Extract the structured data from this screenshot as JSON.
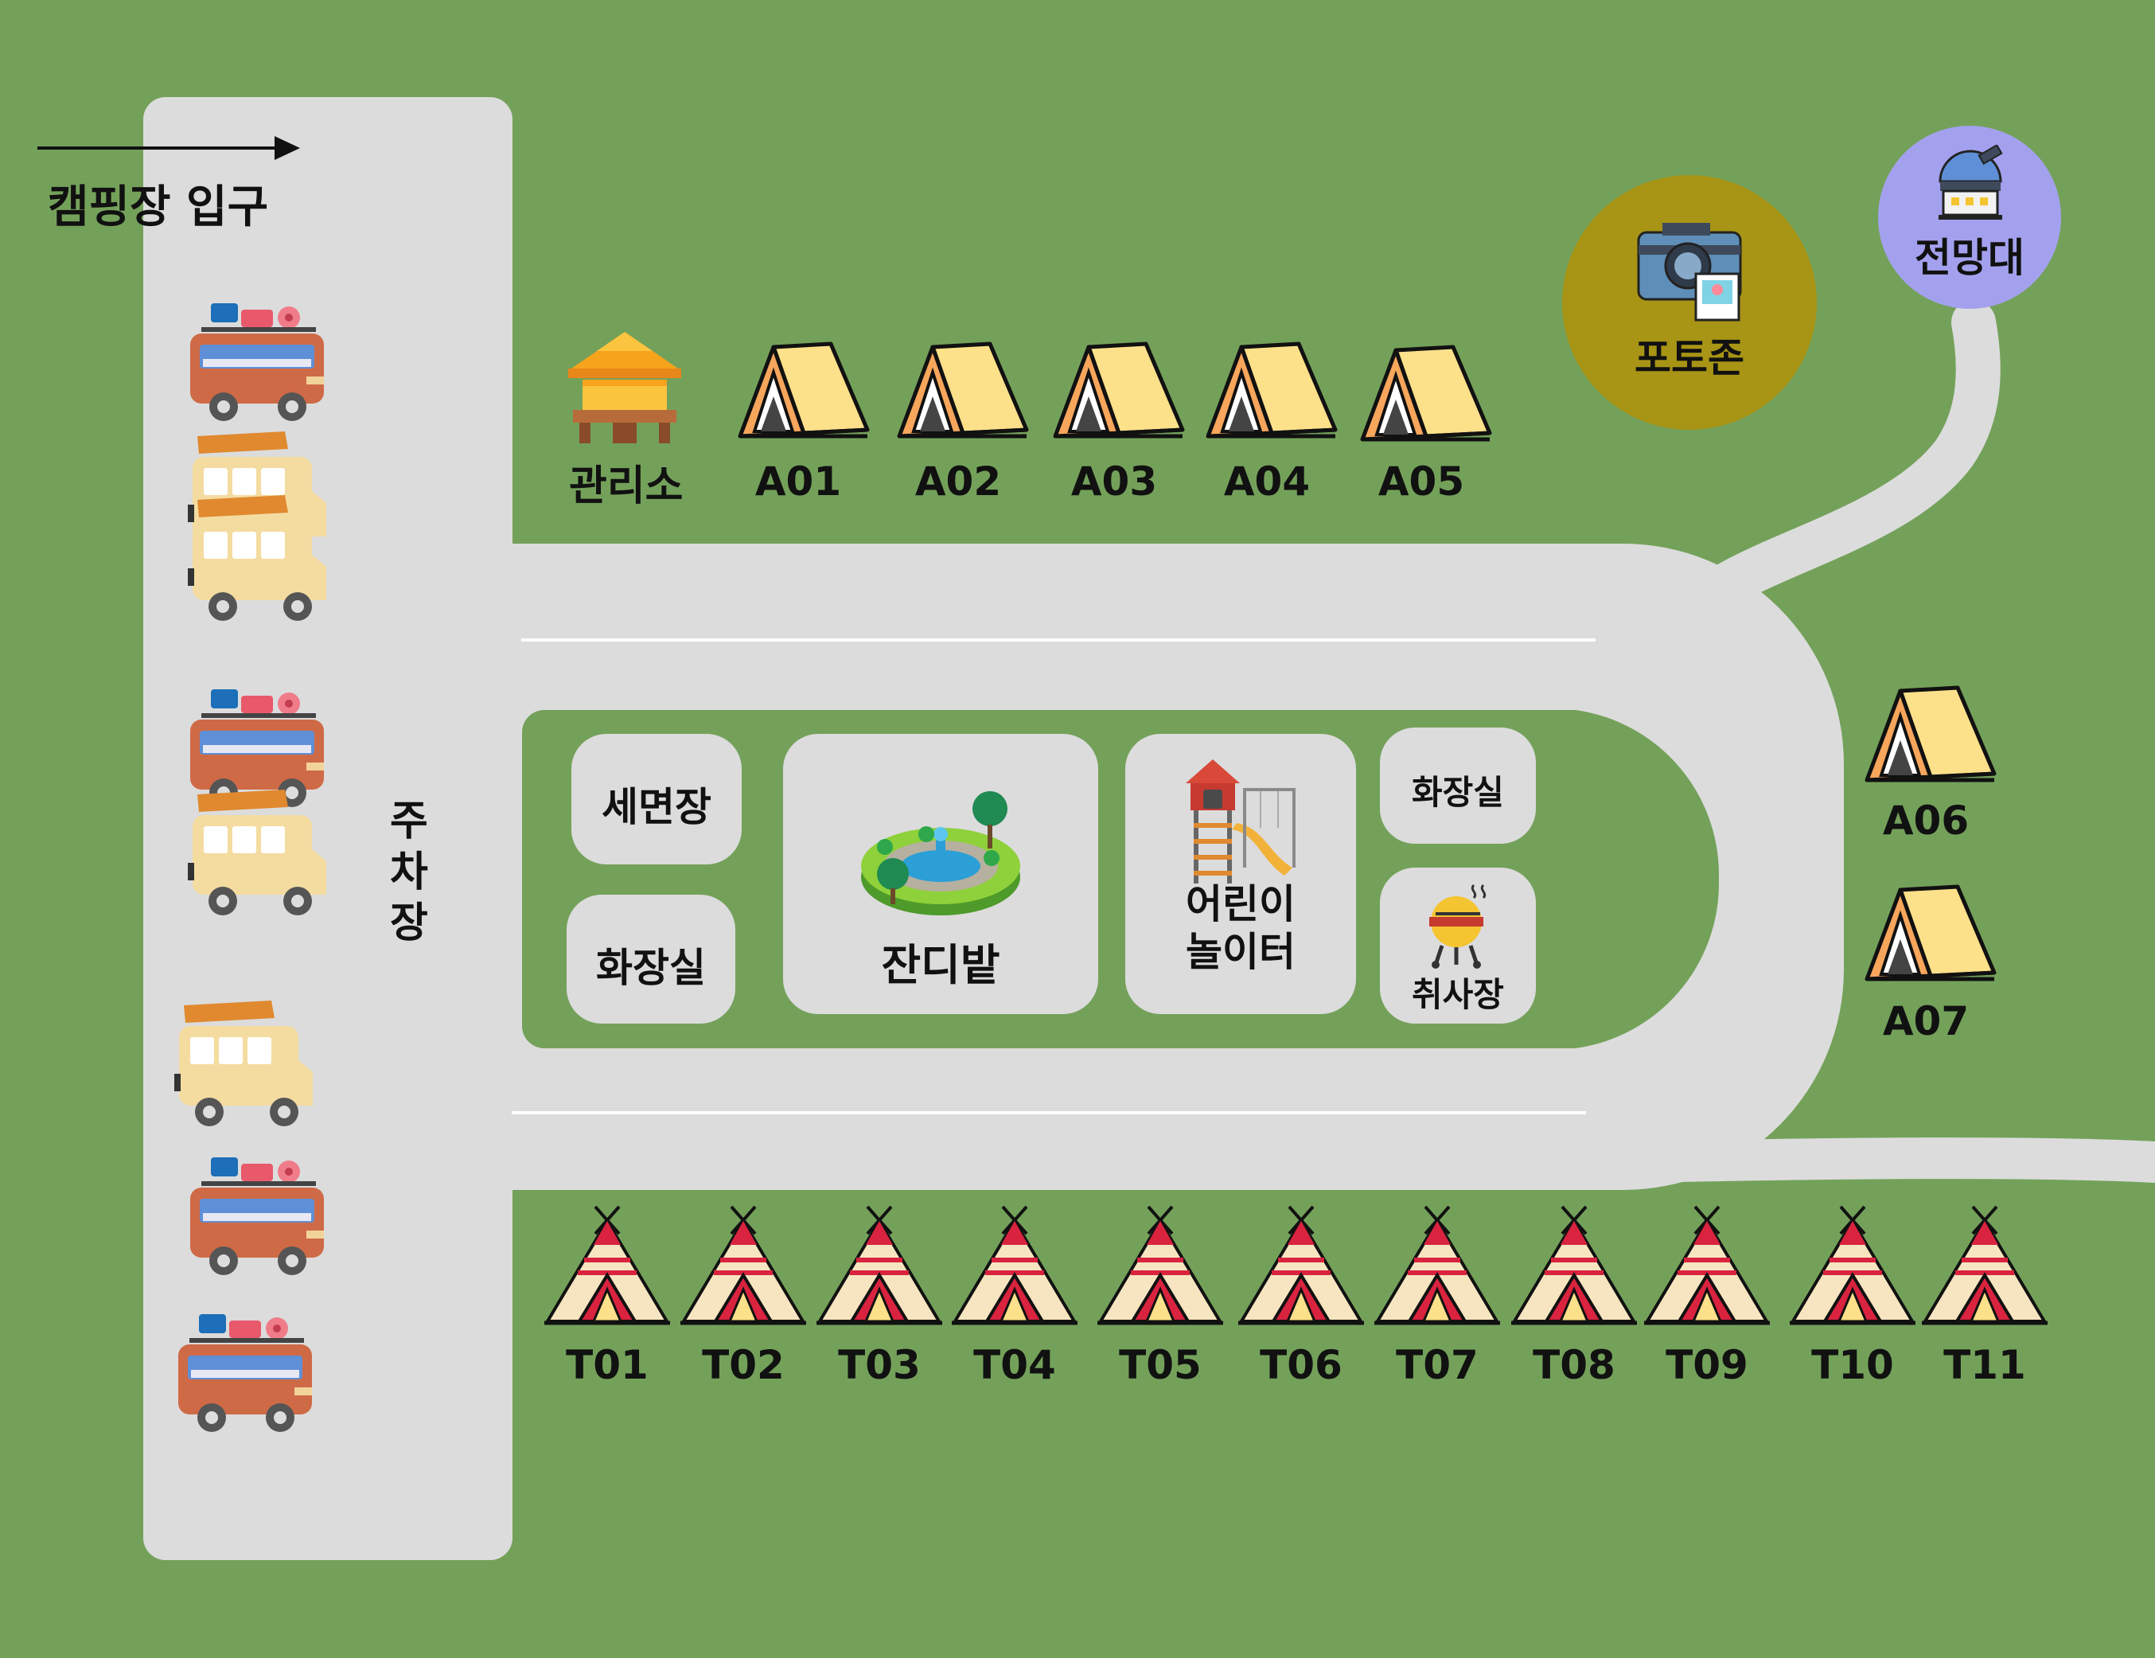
{
  "entrance": {
    "label": "캠핑장 입구"
  },
  "parking": {
    "label": "주\n차\n장"
  },
  "management": {
    "label": "관리소"
  },
  "auto_sites": [
    "A01",
    "A02",
    "A03",
    "A04",
    "A05",
    "A06",
    "A07"
  ],
  "tipi_sites": [
    "T01",
    "T02",
    "T03",
    "T04",
    "T05",
    "T06",
    "T07",
    "T08",
    "T09",
    "T10",
    "T11"
  ],
  "facilities": {
    "wash": "세면장",
    "restroom_left": "화장실",
    "lawn": "잔디밭",
    "playground": "어린이\n놀이터",
    "restroom_right": "화장실",
    "cooking": "취사장"
  },
  "photo_zone": {
    "label": "포토존"
  },
  "observatory": {
    "label": "전망대"
  },
  "colors": {
    "grass": "#74a15a",
    "road": "#dcdcdc",
    "photo_zone": "#a89415",
    "observatory": "#a3a1ee"
  }
}
